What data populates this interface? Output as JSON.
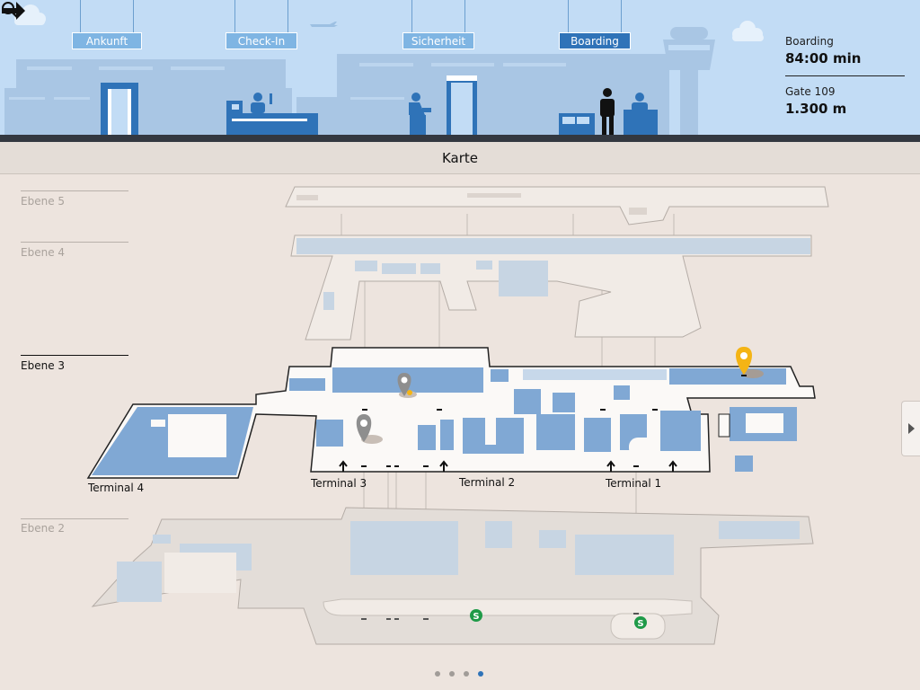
{
  "header": {
    "steps": [
      {
        "label": "Ankunft",
        "active": false
      },
      {
        "label": "Check-In",
        "active": false
      },
      {
        "label": "Sicherheit",
        "active": false
      },
      {
        "label": "Boarding",
        "active": true
      }
    ],
    "info": {
      "boarding_label": "Boarding",
      "boarding_value": "84:00 min",
      "gate_label": "Gate 109",
      "gate_distance": "1.300 m"
    },
    "icons": {
      "search": "search-icon",
      "direction": "arrow-right-icon"
    }
  },
  "title": "Karte",
  "map": {
    "levels": [
      {
        "label": "Ebene 5",
        "active": false
      },
      {
        "label": "Ebene 4",
        "active": false
      },
      {
        "label": "Ebene 3",
        "active": true
      },
      {
        "label": "Ebene 2",
        "active": false
      }
    ],
    "terminals": [
      "Terminal 4",
      "Terminal 3",
      "Terminal 2",
      "Terminal 1"
    ],
    "station_symbol": "S",
    "colors": {
      "highlight_floor": "#80a8d4",
      "active_floor_fill": "#fbf9f7",
      "pin_yellow": "#f4b415",
      "pin_gray": "#8e8e8e",
      "sbahn": "#1f9a48"
    }
  },
  "pager": {
    "count": 4,
    "active": 3
  }
}
